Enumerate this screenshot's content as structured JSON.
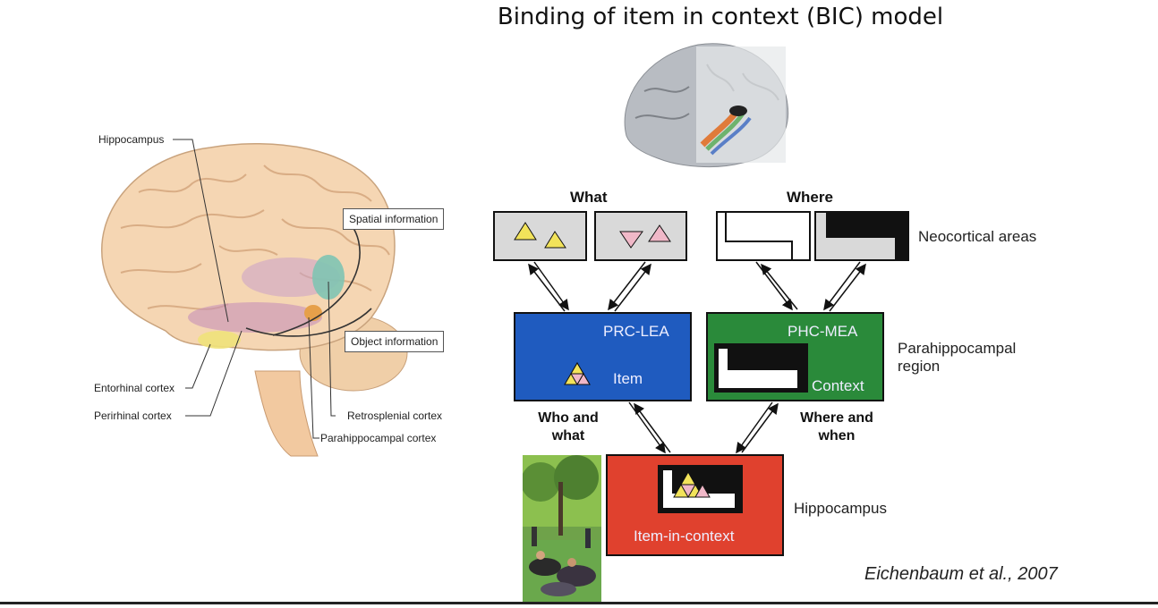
{
  "title": "Binding of item in context (BIC) model",
  "left_figure": {
    "labels": {
      "hippocampus": "Hippocampus",
      "spatial": "Spatial information",
      "object": "Object information",
      "entorhinal": "Entorhinal cortex",
      "perirhinal": "Perirhinal cortex",
      "retrosplenial": "Retrosplenial cortex",
      "parahippocampal": "Parahippocampal  cortex"
    }
  },
  "diagram": {
    "what": "What",
    "where": "Where",
    "neocortical": "Neocortical areas",
    "prc": "PRC-LEA",
    "item": "Item",
    "phc": "PHC-MEA",
    "context": "Context",
    "parahippocampal_region": "Parahippocampal\nregion",
    "who_what": "Who and\nwhat",
    "where_when": "Where and\nwhen",
    "item_in_context": "Item-in-context",
    "hippocampus": "Hippocampus"
  },
  "citation": "Eichenbaum et al., 2007",
  "colors": {
    "prc_box": "#1f5bbf",
    "phc_box": "#2a8a3a",
    "hippo_box": "#e0412e",
    "neo_box": "#d9d9d9",
    "triangle_yellow": "#f2e35a",
    "triangle_pink": "#f0b8c8"
  }
}
